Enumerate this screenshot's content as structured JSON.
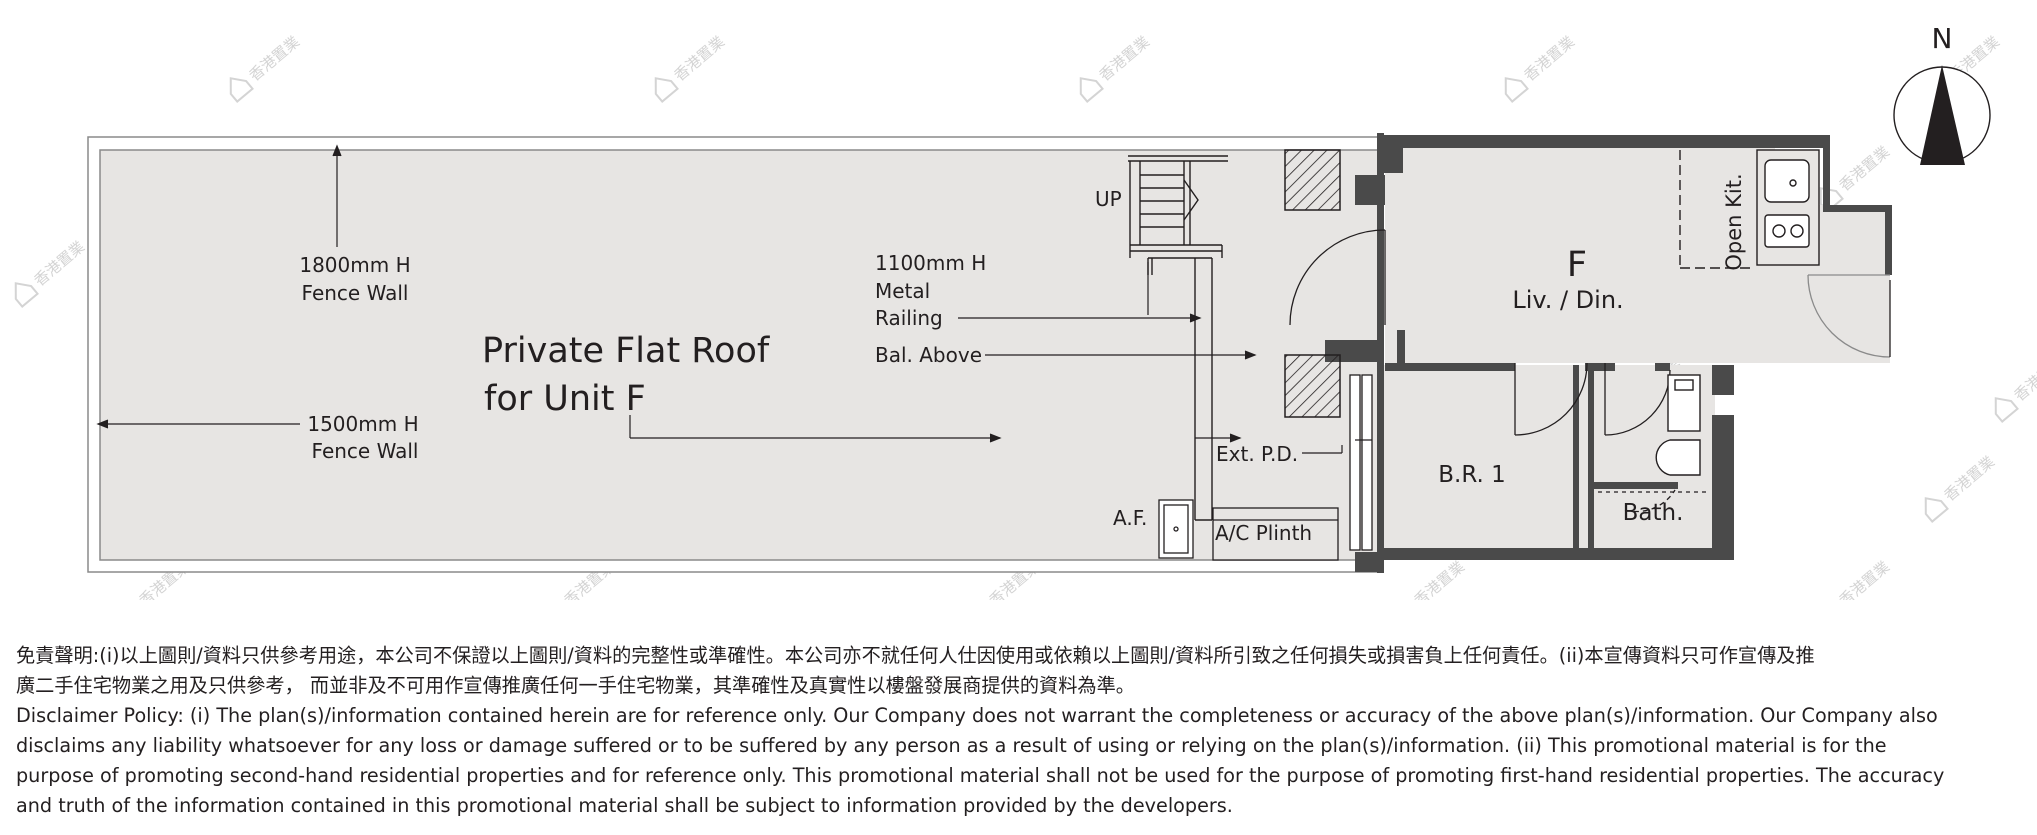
{
  "plan": {
    "unit": "F",
    "room_living": "Liv. / Din.",
    "room_bedroom": "B.R. 1",
    "room_bath": "Bath.",
    "room_kitchen": "Open Kit.",
    "roof_line1": "Private Flat Roof",
    "roof_line2": "for Unit F",
    "fence1800_l1": "1800mm H",
    "fence1800_l2": "Fence Wall",
    "fence1500_l1": "1500mm H",
    "fence1500_l2": "Fence Wall",
    "railing_l1": "1100mm H",
    "railing_l2": "Metal",
    "railing_l3": "Railing",
    "bal_above": "Bal. Above",
    "ext_pd": "Ext. P.D.",
    "af": "A.F.",
    "ac_plinth": "A/C Plinth",
    "up": "UP",
    "north": "N",
    "watermark": "香港置業"
  },
  "disclaimer": {
    "zh_line1": "免責聲明:(i)以上圖則/資料只供參考用途，本公司不保證以上圖則/資料的完整性或準確性。本公司亦不就任何人仕因使用或依賴以上圖則/資料所引致之任何損失或損害負上任何責任。(ii)本宣傳資料只可作宣傳及推",
    "zh_line2": "廣二手住宅物業之用及只供參考， 而並非及不可用作宣傳推廣任何一手住宅物業，其準確性及真實性以樓盤發展商提供的資料為準。",
    "en_line1": "Disclaimer Policy: (i) The plan(s)/information contained herein are for reference only. Our Company does not warrant the completeness or accuracy of the above plan(s)/information. Our Company also",
    "en_line2": "disclaims any liability whatsoever for any loss or damage suffered or to be suffered by any person as a result of using or relying on the plan(s)/information. (ii) This promotional material is for the",
    "en_line3": "purpose of promoting second-hand residential properties and for reference only. This promotional material shall not be used for the purpose of promoting first-hand residential properties. The accuracy",
    "en_line4": "and truth of the information contained in this promotional material shall be subject to information provided by the developers."
  }
}
